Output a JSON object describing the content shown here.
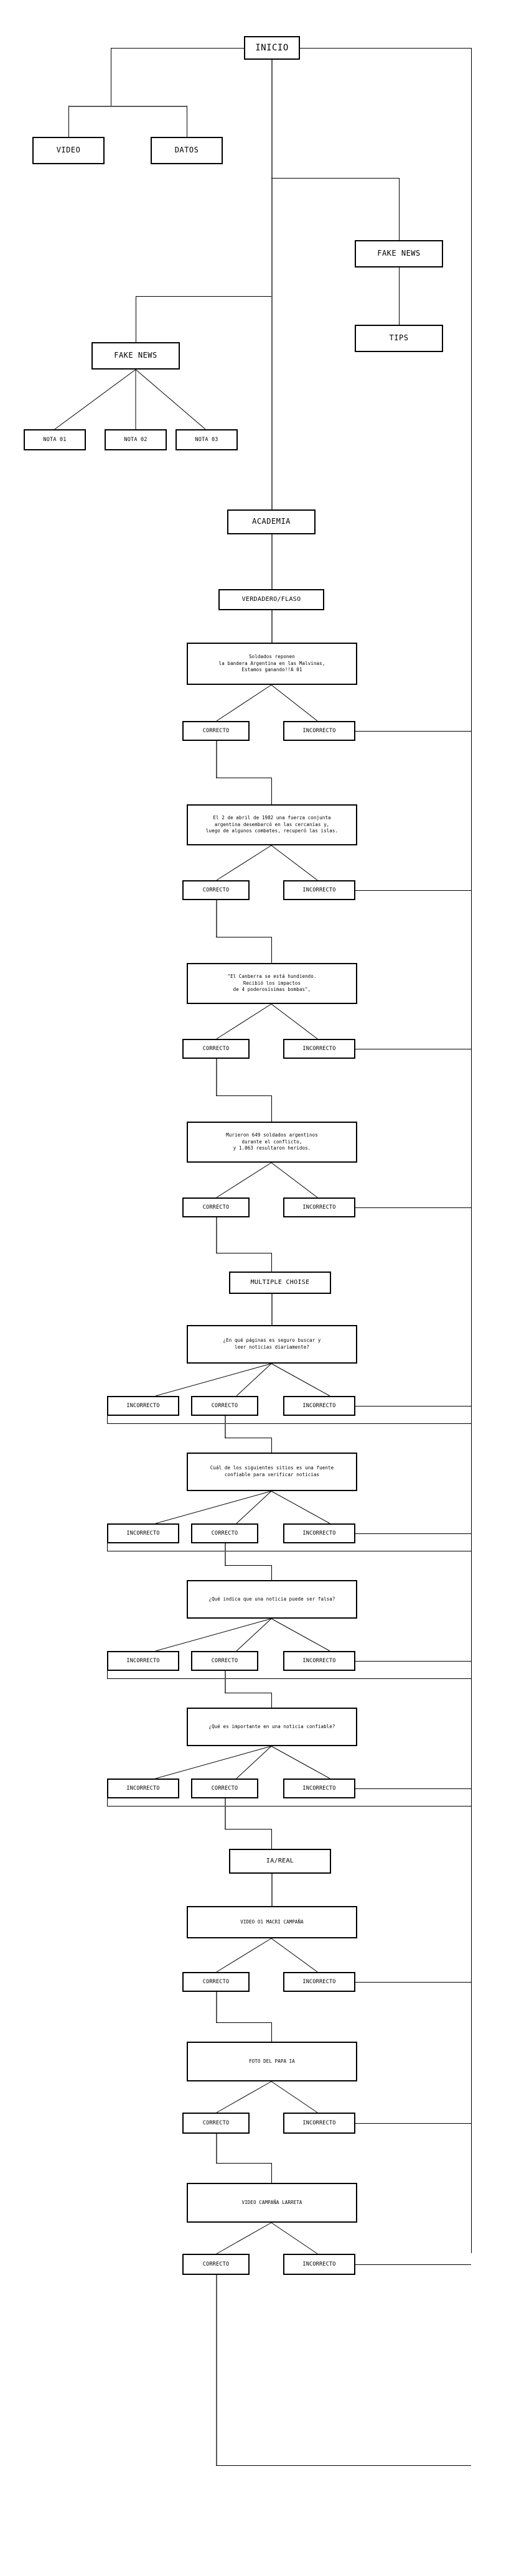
{
  "diagram": {
    "title": "INICIO",
    "type": "flowchart",
    "orientation": "top-down",
    "colors": {
      "node_border": "#000000",
      "node_fill": "#ffffff",
      "line": "#000000",
      "line_alt": "#5a5a5a",
      "text": "#000000"
    },
    "nodes": {
      "inicio": "INICIO",
      "video": "VIDEO",
      "datos": "DATOS",
      "fake_news_right": "FAKE NEWS",
      "tips": "TIPS",
      "fake_news_left": "FAKE NEWS",
      "nota_01": "NOTA 01",
      "nota_02": "NOTA 02",
      "nota_03": "NOTA 03",
      "academia": "ACADEMIA",
      "verdadero_falso": "VERDADERO/FLASO",
      "multiple_choise": "MULTIPLE CHOISE",
      "ia_real": "IA/REAL",
      "correcto": "CORRECTO",
      "incorrecto": "INCORRECTO"
    },
    "verdadero_falso_questions": [
      "Soldados reponen\nla bandera Argentina en las Malvinas,\nEstamos ganando!!A 01",
      "El 2 de abril de 1982 una fuerza conjunta\nargentina desembarcó en las cercanías y,\nluego de algunos combates, recuperó las islas.",
      "\"El Canberra se está hundiendo.\nRecibió los impactos\nde 4 poderosísimas bombas\",",
      "Murieron 649 soldados argentinos\ndurante el conflicto,\ny 1.063 resultaron heridos."
    ],
    "multiple_choise_questions": [
      "¿En qué páginas es seguro buscar y\nleer noticias diariamente?",
      "Cuál de los siguientes sitios es una fuente\nconfiable para verificar noticias",
      "¿Qué indica que una noticia puede ser falsa?",
      "¿Qué es importante en una noticia confiable?"
    ],
    "ia_real_items": [
      "VIDEO O1 MACRI CAMPAÑA",
      "FOTO DEL PAPA IA",
      "VIDEO CAMPAÑA LARRETA"
    ],
    "answer_labels": {
      "correct": "CORRECTO",
      "incorrect": "INCORRECTO"
    }
  }
}
